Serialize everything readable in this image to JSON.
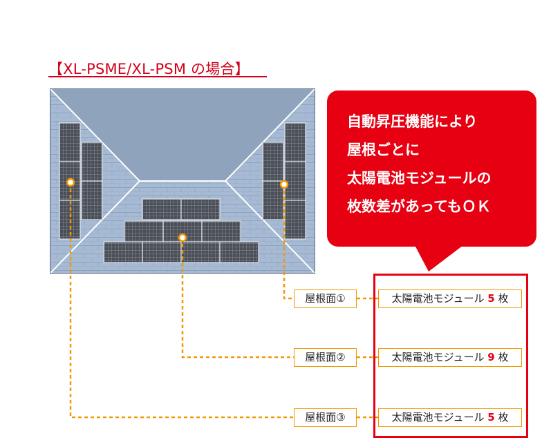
{
  "title": "【XL-PSME/XL-PSM の場合】",
  "callout": {
    "lines": [
      "自動昇圧機能により",
      "屋根ごとに",
      "太陽電池モジュールの",
      "枚数差があってもＯＫ"
    ]
  },
  "faces": [
    {
      "label": "屋根面①",
      "module_text": "太陽電池モジュール",
      "count": "5",
      "unit": "枚"
    },
    {
      "label": "屋根面②",
      "module_text": "太陽電池モジュール",
      "count": "9",
      "unit": "枚"
    },
    {
      "label": "屋根面③",
      "module_text": "太陽電池モジュール",
      "count": "5",
      "unit": "枚"
    }
  ],
  "colors": {
    "accent_red": "#e60012",
    "connector_orange": "#f39800",
    "roof_blue": "#9eb3cf",
    "panel_dark": "#4b4f57"
  }
}
